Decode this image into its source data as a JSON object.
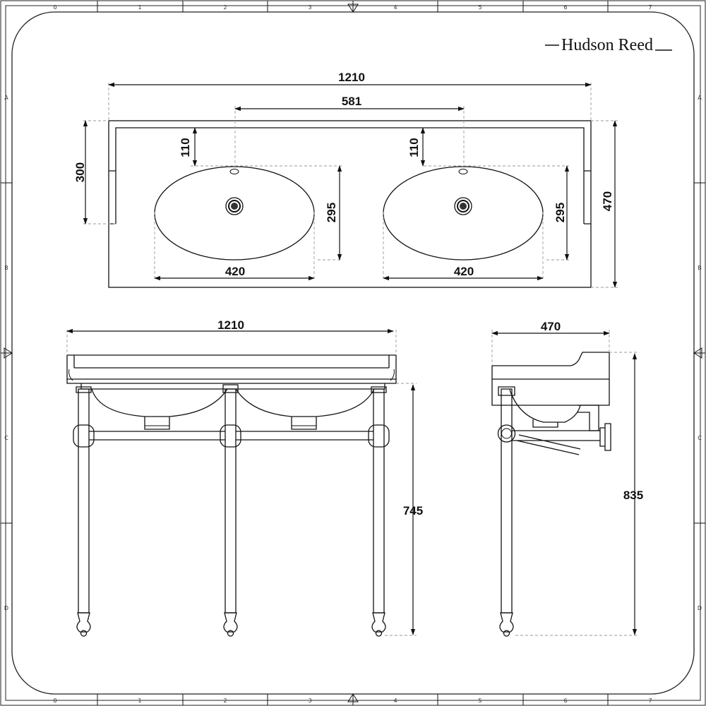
{
  "brand": {
    "name": "Hudson Reed"
  },
  "grid": {
    "columns": [
      "0",
      "1",
      "2",
      "3",
      "4",
      "5",
      "6",
      "7"
    ],
    "rows": [
      "A",
      "B",
      "C",
      "D"
    ]
  },
  "top_view": {
    "overall_width": "1210",
    "basin_centres": "581",
    "back_depth": "300",
    "overall_depth": "470",
    "left_basin": {
      "tap_offset": "110",
      "depth": "295",
      "width": "420"
    },
    "right_basin": {
      "tap_offset": "110",
      "depth": "295",
      "width": "420"
    }
  },
  "front_view": {
    "overall_width": "1210",
    "leg_height": "745"
  },
  "side_view": {
    "overall_depth": "470",
    "overall_height": "835"
  }
}
